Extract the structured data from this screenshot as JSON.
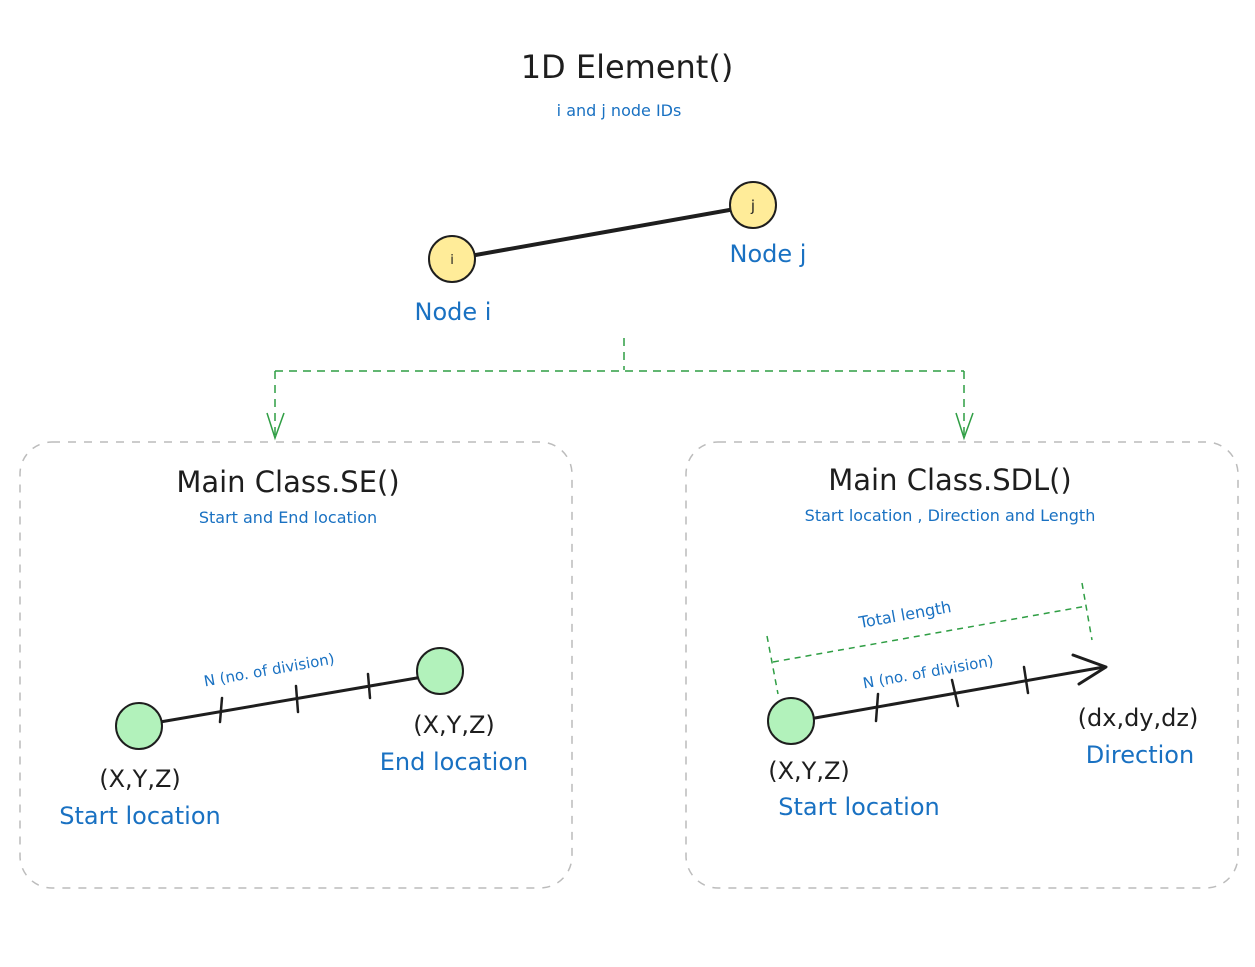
{
  "top": {
    "title": "1D Element()",
    "subtitle": "i and j node IDs",
    "node_i": {
      "badge": "i",
      "label": "Node i"
    },
    "node_j": {
      "badge": "j",
      "label": "Node j"
    }
  },
  "se_panel": {
    "title": "Main Class.SE()",
    "subtitle": "Start and End location",
    "divisions_label": "N (no. of division)",
    "start_coords": "(X,Y,Z)",
    "start_label": "Start location",
    "end_coords": "(X,Y,Z)",
    "end_label": "End location"
  },
  "sdl_panel": {
    "title": "Main Class.SDL()",
    "subtitle": "Start location , Direction and Length",
    "total_length_label": "Total length",
    "divisions_label": "N (no. of division)",
    "start_coords": "(X,Y,Z)",
    "start_label": "Start location",
    "direction_coords": "(dx,dy,dz)",
    "direction_label": "Direction"
  },
  "colors": {
    "node_fill": "#ffec99",
    "point_fill": "#b2f2bb",
    "connector": "#2f9e44",
    "panel_border": "#bcbcbc",
    "text_blue": "#1971c2",
    "text_dark": "#1e1e1e"
  }
}
